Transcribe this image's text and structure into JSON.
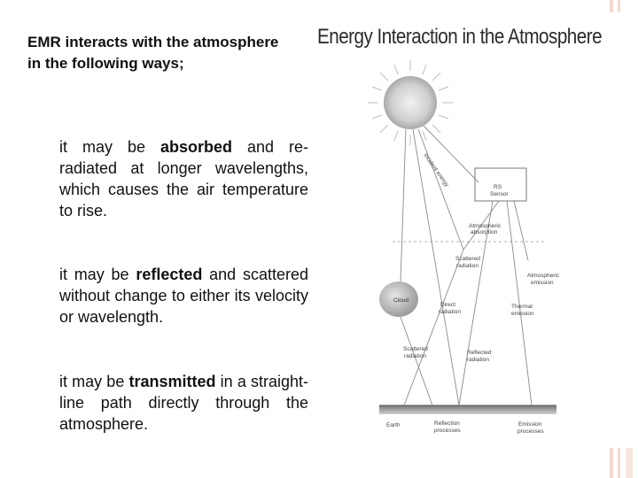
{
  "heading": "EMR interacts with the atmosphere in the following ways;",
  "bullets": [
    {
      "pre": "it may be ",
      "bold": "absorbed",
      "post": " and re-radiated at longer wavelengths, which causes the air temperature to rise."
    },
    {
      "pre": "it may be ",
      "bold": "reflected",
      "post": " and scattered without change to either its velocity or wavelength."
    },
    {
      "pre": "it may be ",
      "bold": "transmitted",
      "post": " in a straight-line path directly through the atmosphere."
    }
  ],
  "figure": {
    "title": "Energy Interaction in the Atmosphere",
    "labels": {
      "incident": "Incident energy",
      "sensor_line1": "RS",
      "sensor_line2": "Sensor",
      "absorption_line1": "Atmospheric",
      "absorption_line2": "absorption",
      "scattered_top_line1": "Scattered",
      "scattered_top_line2": "radiation",
      "cloud": "Cloud",
      "direct_line1": "Direct",
      "direct_line2": "radiation",
      "atm_emission_line1": "Atmospheric",
      "atm_emission_line2": "emission",
      "thermal_line1": "Thermal",
      "thermal_line2": "emission",
      "scattered_bottom_line1": "Scattered",
      "scattered_bottom_line2": "radiation",
      "reflected_line1": "Reflected",
      "reflected_line2": "radiation",
      "earth": "Earth",
      "reflection_line1": "Reflection",
      "reflection_line2": "processes",
      "emission_line1": "Emission",
      "emission_line2": "processes"
    }
  },
  "colors": {
    "decoration_bar": "#f2d9cf",
    "diagram_line": "#8a8a8a"
  }
}
